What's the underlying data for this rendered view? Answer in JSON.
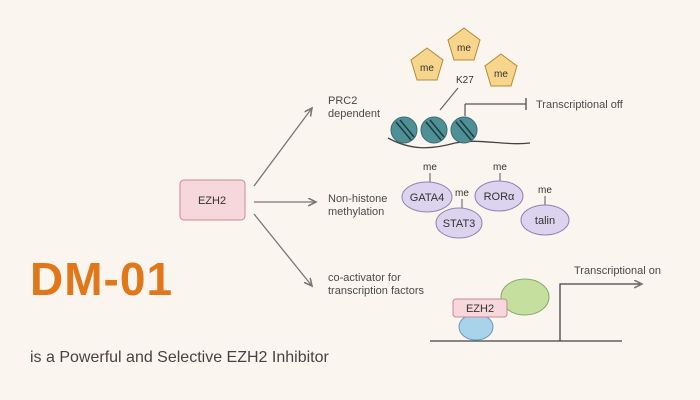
{
  "title": "DM-01",
  "subtitle": "is a Powerful and Selective EZH2 Inhibitor",
  "center_node": "EZH2",
  "branches": {
    "prc2": {
      "line1": "PRC2",
      "line2": "dependent"
    },
    "nonhistone": {
      "line1": "Non-histone",
      "line2": "methylation"
    },
    "coactivator": {
      "line1": "co-activator for",
      "line2": "transcription factors"
    }
  },
  "prc2_panel": {
    "me_tags": [
      "me",
      "me",
      "me"
    ],
    "site_label": "K27",
    "outcome": "Transcriptional off"
  },
  "nonhistone_panel": {
    "substrates": [
      "GATA4",
      "STAT3",
      "RORα",
      "talin"
    ],
    "me_tags": [
      "me",
      "me",
      "me",
      "me"
    ]
  },
  "coactivator_panel": {
    "complex_label": "EZH2",
    "outcome": "Transcriptional on"
  },
  "colors": {
    "title": "#e0781b",
    "ezh2_fill": "#f5d7dc",
    "ezh2_stroke": "#c98a95",
    "me_fill": "#f7d58c",
    "me_stroke": "#b08c3a",
    "substrate_fill": "#dcd3ef",
    "substrate_stroke": "#8e84b3",
    "nucleosome_fill": "#4f8f96",
    "green_blob": "#c5e09e",
    "blue_blob": "#a9d3ea",
    "arrow": "#777777",
    "background": "#fbf5ef"
  }
}
